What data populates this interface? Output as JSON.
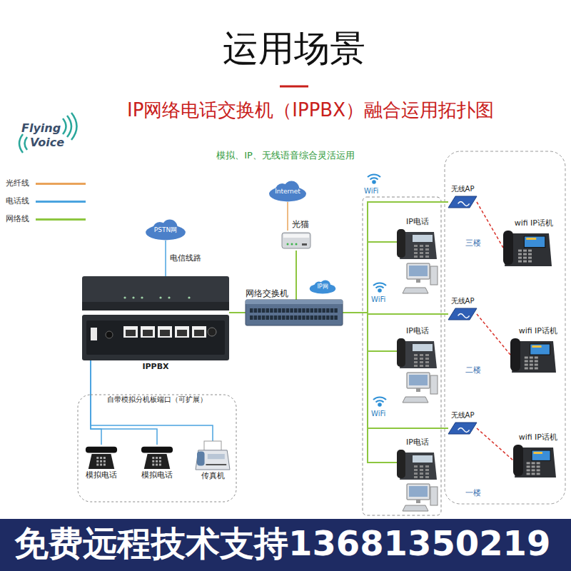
{
  "diagram": {
    "title": "运用场景",
    "nodes": [
      {
        "text": [
          "Internet"
        ]
      },
      {
        "text": [
          "光猫"
        ]
      },
      {
        "text": [
          "PSTN网"
        ]
      },
      {
        "text": [
          "IPPBX"
        ]
      },
      {
        "text": [
          "网络交换机"
        ]
      },
      {
        "text": [
          "IP网"
        ]
      },
      {
        "text": [
          "自带模拟分机板端口（可扩展）"
        ]
      },
      {
        "text": [
          "模拟电话"
        ],
        "in": 6
      },
      {
        "text": [
          "模拟电话"
        ],
        "in": 6
      },
      {
        "text": [
          "传真机"
        ],
        "in": 6
      },
      {
        "text": [
          "IP电话"
        ]
      },
      {
        "text": [
          "无线AP"
        ]
      },
      {
        "text": [
          "wifi IP话机"
        ]
      },
      {
        "text": [
          "IP电话"
        ]
      },
      {
        "text": [
          "无线AP"
        ]
      },
      {
        "text": [
          "wifi IP话机"
        ]
      },
      {
        "text": [
          "IP电话"
        ]
      },
      {
        "text": [
          "无线AP"
        ]
      },
      {
        "text": [
          "wifi IP话机"
        ]
      }
    ],
    "edges": [
      {
        "from": 0,
        "to": 1,
        "arrow": "none"
      },
      {
        "from": 2,
        "to": 3,
        "label": "电信线路",
        "arrow": "none"
      },
      {
        "from": 1,
        "to": 4,
        "arrow": "none"
      },
      {
        "from": 3,
        "to": 4,
        "arrow": "none"
      },
      {
        "from": 3,
        "to": 7,
        "arrow": "none"
      },
      {
        "from": 3,
        "to": 8,
        "arrow": "none"
      },
      {
        "from": 3,
        "to": 9,
        "arrow": "none"
      },
      {
        "from": 4,
        "to": 10,
        "arrow": "none"
      },
      {
        "from": 4,
        "to": 13,
        "arrow": "none"
      },
      {
        "from": 4,
        "to": 16,
        "arrow": "none"
      },
      {
        "from": 4,
        "to": 11,
        "arrow": "none"
      },
      {
        "from": 4,
        "to": 14,
        "arrow": "none"
      },
      {
        "from": 4,
        "to": 17,
        "arrow": "none"
      },
      {
        "from": 11,
        "to": 12,
        "arrow": "none"
      },
      {
        "from": 14,
        "to": 15,
        "arrow": "none"
      },
      {
        "from": 17,
        "to": 18,
        "arrow": "none"
      }
    ],
    "labels": [
      "IP网络电话交换机（IPPBX）融合运用拓扑图",
      "Flying",
      "Voice",
      "模拟、IP、无线语音综合灵活运用",
      "WiFi",
      "WiFi",
      "WiFi",
      "三楼",
      "二楼",
      "一楼",
      "免费远程技术支持13681350219"
    ],
    "legend": [
      {
        "text": "光纤线",
        "color": "#e9a35a"
      },
      {
        "text": "电话线",
        "color": "#4aa3df"
      },
      {
        "text": "网络线",
        "color": "#8dc63f"
      }
    ]
  }
}
